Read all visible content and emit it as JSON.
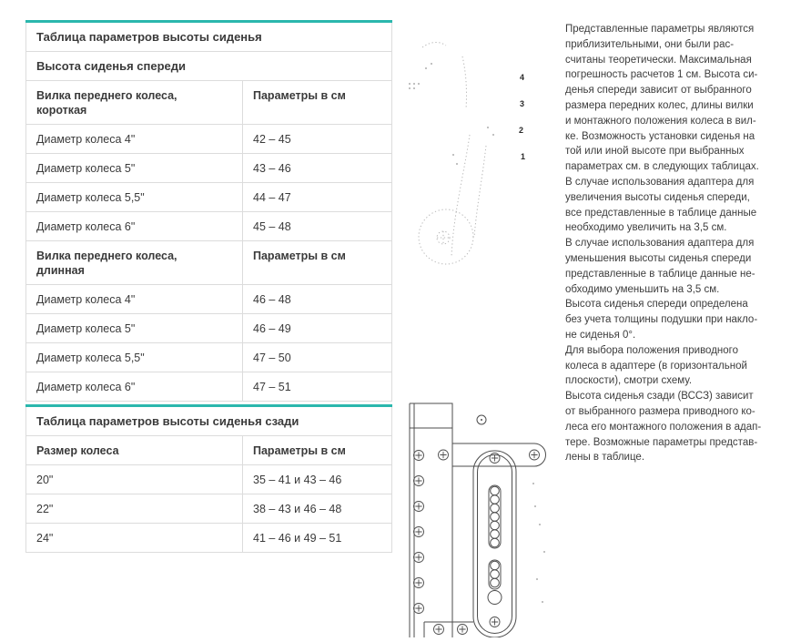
{
  "colors": {
    "accent_teal": "#2bb7ad",
    "table_border": "#dcdcdc",
    "body_text": "#3d3d3d",
    "drawing_line": "#4d4d4d"
  },
  "front_table": {
    "title": "Таблица параметров высоты сиденья",
    "subtitle": "Высота сиденья спереди",
    "groups": [
      {
        "header_label": "Вилка переднего колеса,\nкороткая",
        "header_value": "Параметры в см",
        "rows": [
          {
            "label": "Диаметр колеса 4\"",
            "value": "42 – 45"
          },
          {
            "label": "Диаметр колеса 5\"",
            "value": "43 – 46"
          },
          {
            "label": "Диаметр колеса 5,5\"",
            "value": "44 – 47"
          },
          {
            "label": "Диаметр колеса 6\"",
            "value": "45 – 48"
          }
        ]
      },
      {
        "header_label": "Вилка переднего колеса,\nдлинная",
        "header_value": "Параметры в см",
        "rows": [
          {
            "label": "Диаметр колеса 4\"",
            "value": "46 – 48"
          },
          {
            "label": "Диаметр колеса 5\"",
            "value": "46 – 49"
          },
          {
            "label": "Диаметр колеса 5,5\"",
            "value": "47 – 50"
          },
          {
            "label": "Диаметр колеса 6\"",
            "value": "47 – 51"
          }
        ]
      }
    ]
  },
  "rear_table": {
    "title": "Таблица параметров высоты сиденья сзади",
    "header": {
      "label": "Размер колеса",
      "value": "Параметры в см"
    },
    "rows": [
      {
        "label": "20\"",
        "value": "35 – 41 и 43 – 46"
      },
      {
        "label": "22\"",
        "value": "38 – 43 и 46 – 48"
      },
      {
        "label": "24\"",
        "value": "41 – 46 и 49 – 51"
      }
    ]
  },
  "fork_diagram": {
    "labels": [
      "4",
      "3",
      "2",
      "1"
    ]
  },
  "notes": {
    "text": "Представленные параметры являются\nприблизительными, они были рас-\nсчитаны теоретически. Максимальная\nпогрешность расчетов 1 см. Высота си-\nденья спереди зависит от выбранного\nразмера передних колес, длины вилки\nи монтажного положения колеса в вил-\nке. Возможность установки сиденья на\nтой или иной высоте при выбранных\nпараметрах см. в следующих таблицах.\nВ случае использования адаптера для\nувеличения высоты сиденья спереди,\nвсе представленные в таблице данные\nнеобходимо увеличить на 3,5 см.\nВ случае использования адаптера для\nуменьшения высоты сиденья спереди\nпредставленные в таблице данные не-\nобходимо уменьшить на 3,5 см.\nВысота сиденья спереди определена\nбез учета толщины подушки при накло-\nне сиденья 0°.\nДля выбора положения приводного\nколеса в адаптере (в горизонтальной\nплоскости), смотри схему.\nВысота сиденья сзади (ВССЗ) зависит\nот выбранного размера приводного ко-\nлеса его монтажного положения в адап-\nтере. Возможные параметры представ-\nлены в таблице."
  }
}
